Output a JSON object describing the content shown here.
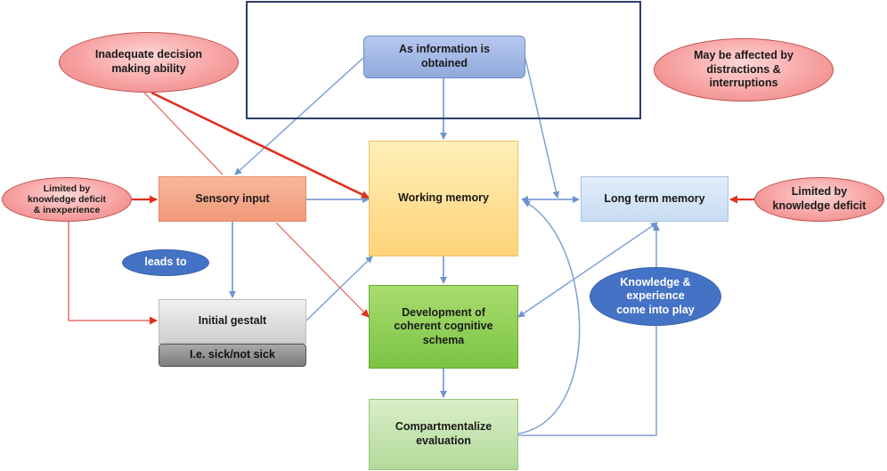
{
  "nodes": {
    "as_information": "As information is\nobtained",
    "working_memory": "Working memory",
    "sensory_input": "Sensory input",
    "long_term_memory": "Long term memory",
    "development": "Development of\ncoherent cognitive\nschema",
    "initial_gestalt": "Initial gestalt",
    "sick_not_sick": "I.e. sick/not sick",
    "compartmentalize": "Compartmentalize\nevaluation"
  },
  "annotations": {
    "inadequate_decision": "Inadequate decision\nmaking ability",
    "may_be_affected": "May be affected by\ndistractions &\ninterruptions",
    "limited_by_knowledge_deficit_inexperience": "Limited by\nknowledge deficit\n& inexperience",
    "limited_by_knowledge_deficit": "Limited by\nknowledge deficit",
    "leads_to": "leads to",
    "knowledge_experience": "Knowledge &\nexperience\ncome into play"
  },
  "colors": {
    "arrow_blue": "#7ea1d6",
    "arrow_red": "#e0301e",
    "line_red_thin": "#e8706a",
    "frame": "#2b3d6b"
  }
}
